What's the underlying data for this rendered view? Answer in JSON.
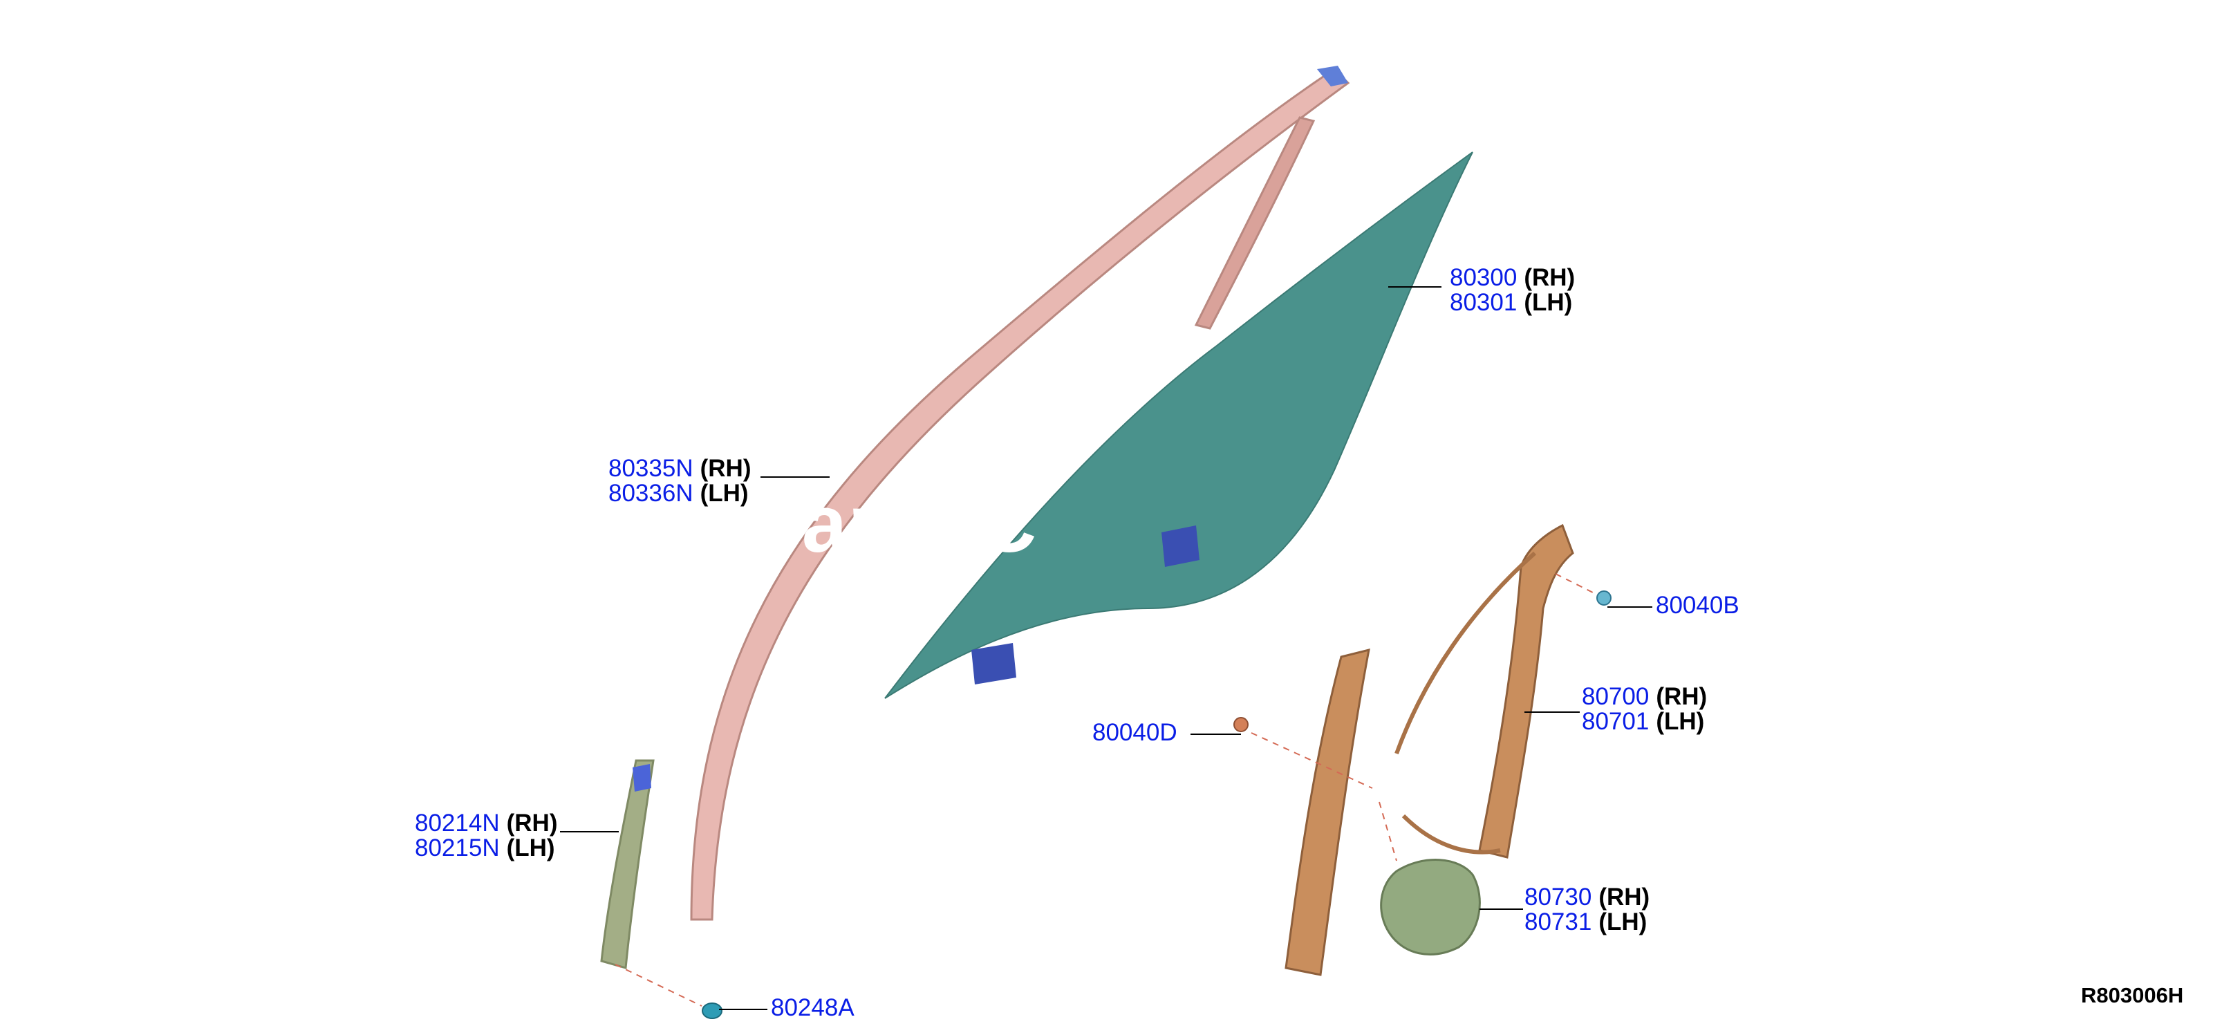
{
  "watermark": "Parts C",
  "diagram_ref": "R803006H",
  "callouts": {
    "glass": {
      "top": "80300",
      "top_side": "(RH)",
      "bottom": "80301",
      "bottom_side": "(LH)"
    },
    "run_channel": {
      "top": "80335N",
      "top_side": "(RH)",
      "bottom": "80336N",
      "bottom_side": "(LH)"
    },
    "sash": {
      "top": "80214N",
      "top_side": "(RH)",
      "bottom": "80215N",
      "bottom_side": "(LH)"
    },
    "regulator": {
      "top": "80700",
      "top_side": "(RH)",
      "bottom": "80701",
      "bottom_side": "(LH)"
    },
    "motor": {
      "top": "80730",
      "top_side": "(RH)",
      "bottom": "80731",
      "bottom_side": "(LH)"
    },
    "bolt_upper": {
      "label": "80040B"
    },
    "bolt_lower": {
      "label": "80040D"
    },
    "grommet": {
      "label": "80248A"
    }
  },
  "colors": {
    "glass": "#4a928c",
    "run_channel": "#e8b8b2",
    "regulator": "#c98e5d",
    "motor": "#93aa80",
    "sash": "#a3ae86",
    "part_number": "#0a1ee6"
  }
}
